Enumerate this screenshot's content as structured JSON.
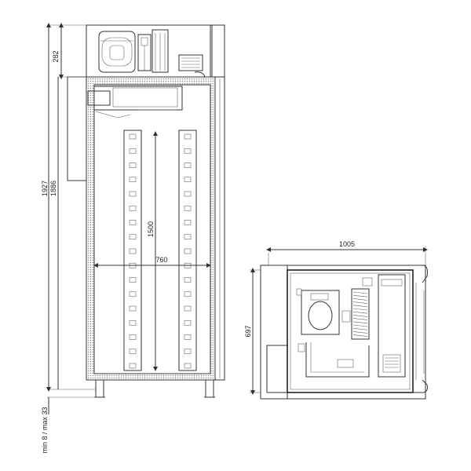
{
  "drawing": {
    "front_view": {
      "dims": {
        "top_unit_height": "282",
        "total_height": "1927",
        "body_height": "1886",
        "interior_height": "1500",
        "interior_width": "760",
        "feet": "min 8 / max 33"
      },
      "shelf_slots_per_rail": 17
    },
    "top_view": {
      "dims": {
        "width": "1005",
        "depth": "697"
      }
    },
    "colors": {
      "line": "#333333",
      "insulation": "#9a9a9a",
      "background": "#ffffff"
    }
  }
}
